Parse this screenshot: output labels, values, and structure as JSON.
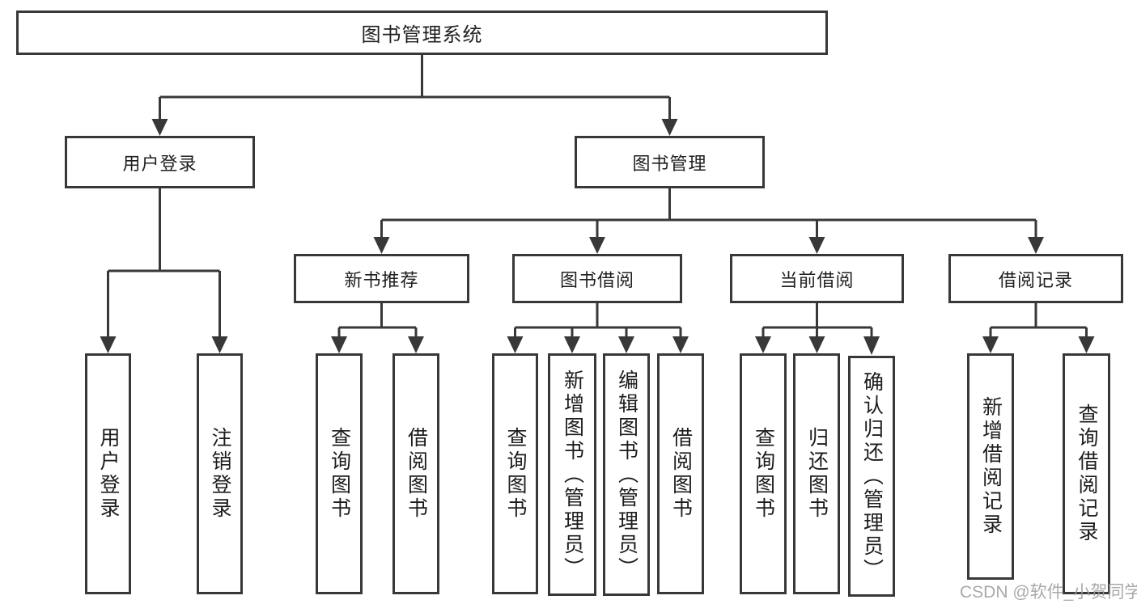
{
  "diagram": {
    "type": "hierarchy-tree",
    "nodes": {
      "root": "图书管理系统",
      "user_login": "用户登录",
      "book_mgmt": "图书管理",
      "new_book": "新书推荐",
      "book_borrow": "图书借阅",
      "current_borrow": "当前借阅",
      "borrow_record": "借阅记录"
    },
    "leaves": {
      "user_login": [
        "用户登录",
        "注销登录"
      ],
      "new_book": [
        "查询图书",
        "借阅图书"
      ],
      "book_borrow": [
        "查询图书",
        "新增图书（管理员）",
        "编辑图书（管理员）",
        "借阅图书"
      ],
      "current_borrow": [
        "查询图书",
        "归还图书",
        "确认归还（管理员）"
      ],
      "borrow_record": [
        "新增借阅记录",
        "查询借阅记录"
      ]
    }
  },
  "watermark": "CSDN @软件_小贺同学",
  "colors": {
    "line": "#383838",
    "box_border": "#383838",
    "text": "#1f1f1f",
    "watermark": "#9b9b9b",
    "background": "#ffffff"
  }
}
